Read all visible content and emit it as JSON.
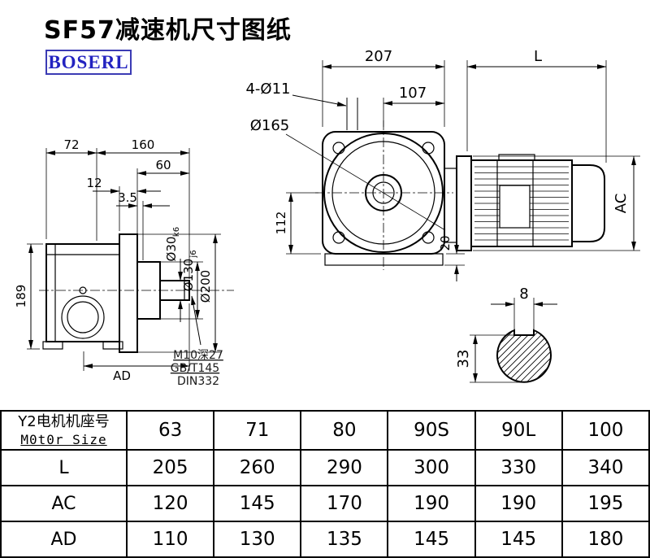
{
  "page": {
    "title": "SF57减速机尺寸图纸",
    "logo": "BOSERL"
  },
  "left_view": {
    "dim_72": "72",
    "dim_160": "160",
    "dim_60": "60",
    "dim_12": "12",
    "dim_3_5": "3.5",
    "dim_189": "189",
    "dim_ad": "AD",
    "dia_shaft": "Ø30",
    "dia_shaft_tol": "k6",
    "dia_hub": "Ø130",
    "dia_hub_tol": "j6",
    "dia_flange": "Ø200",
    "note_thread": "M10深27",
    "note_std1": "GB/T145",
    "note_std2": "DIN332"
  },
  "front_view": {
    "dim_207": "207",
    "dim_L": "L",
    "dim_107": "107",
    "holes_note": "4-Ø11",
    "dia_flange_front": "Ø165",
    "dim_112": "112",
    "dim_20": "20",
    "dim_ac": "AC"
  },
  "section_view": {
    "dim_8": "8",
    "dim_33": "33"
  },
  "table": {
    "motor_label_cn": "Y2电机机座号",
    "motor_label_en": "M0t0r Size",
    "sizes": [
      "63",
      "71",
      "80",
      "90S",
      "90L",
      "100"
    ],
    "rows": [
      {
        "label": "L",
        "values": [
          "205",
          "260",
          "290",
          "300",
          "330",
          "340"
        ]
      },
      {
        "label": "AC",
        "values": [
          "120",
          "145",
          "170",
          "190",
          "190",
          "195"
        ]
      },
      {
        "label": "AD",
        "values": [
          "110",
          "130",
          "135",
          "145",
          "145",
          "180"
        ]
      }
    ]
  }
}
